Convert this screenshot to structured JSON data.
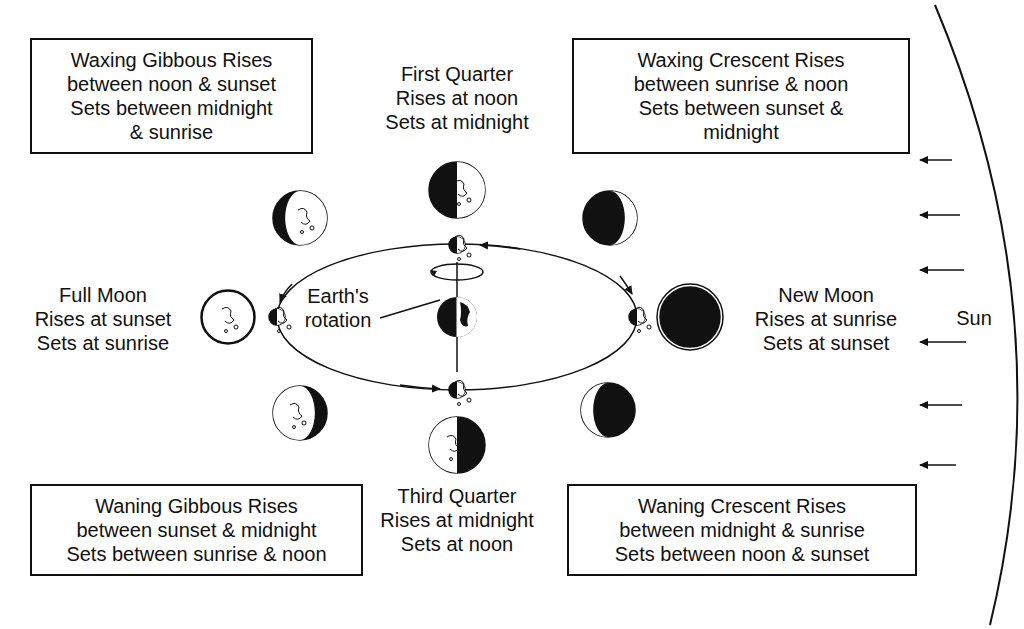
{
  "diagram": {
    "nodes": [
      {
        "text": [
          "Waxing Gibbous Rises between noon & sunset Sets between midnight & sunrise"
        ]
      },
      {
        "text": [
          "Waxing Crescent Rises between sunrise & noon Sets between sunset & midnight"
        ]
      },
      {
        "text": [
          "Waning Gibbous Rises between sunset & midnight Sets between sunrise & noon"
        ]
      },
      {
        "text": [
          "Waning Crescent Rises between midnight & sunrise Sets between noon & sunset"
        ]
      }
    ],
    "labels": [
      "First Quarter",
      "Rises at noon",
      "Sets at midnight",
      "Full Moon",
      "Rises at sunset",
      "Sets at sunrise",
      "Earth's",
      "rotation",
      "New Moon",
      "Rises at sunrise",
      "Sets at sunset",
      "Sun",
      "Third Quarter",
      "Rises at midnight",
      "Sets at noon"
    ]
  }
}
